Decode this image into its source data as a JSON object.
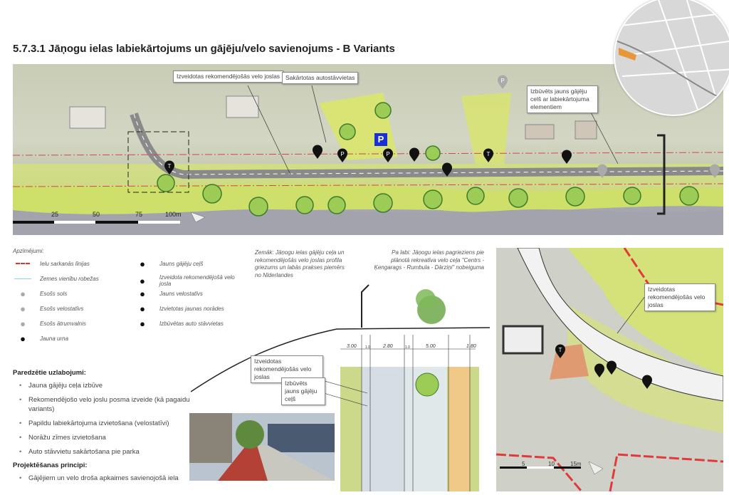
{
  "title": "5.7.3.1 Jāņogu ielas labiekārtojums un gājēju/velo savienojums - B Variants",
  "top_map": {
    "callouts": [
      "Izveidotas rekomendējošās velo joslas",
      "Sakārtotas autostāvvietas",
      "Izbūvēts jauns gājēju celš ar labiekārtojuma elementiem"
    ],
    "parking_sign": "P",
    "scale": [
      "25",
      "50",
      "75",
      "100m"
    ]
  },
  "legend": {
    "heading": "Apzīmējumi:",
    "items": [
      {
        "label": "Ielu sarkanās līnijas",
        "icon": "red-dash-line"
      },
      {
        "label": "Zemes vienību robežas",
        "icon": "cyan-line"
      },
      {
        "label": "Esošs sols",
        "icon": "existing-bench-pin"
      },
      {
        "label": "Esošs velostatīvs",
        "icon": "existing-bike-rack-pin"
      },
      {
        "label": "Esošs ātrumvalnis",
        "icon": "existing-speed-bump-pin"
      },
      {
        "label": "Jauna urna",
        "icon": "bin-pin"
      },
      {
        "label": "Jauns gājēju ceļš",
        "icon": "pedestrian-pin"
      },
      {
        "label": "Izveidota rekomendējošā velo josla",
        "icon": "bike-lane-pin"
      },
      {
        "label": "Jauns velostatīvs",
        "icon": "bike-rack-pin"
      },
      {
        "label": "Izvietotas jaunas norādes",
        "icon": "sign-pin"
      },
      {
        "label": "Izbūvētas auto stāvvietas",
        "icon": "parking-pin"
      }
    ]
  },
  "improvements": {
    "heading": "Paredzētie uzlabojumi:",
    "items": [
      "Jauna gājēju ceļa izbūve",
      "Rekomendējošo velo joslu posma izveide (kā pagaidu variants)",
      "Papildu labiekārtojuma izvietošana (velostatīvi)",
      "Norāžu zīmes izvietošana",
      "Auto stāvvietu sakārtošana pie parka"
    ]
  },
  "principles": {
    "heading": "Projektēšanas principi:",
    "items": [
      "Gājējiem un velo droša apkaimes savienojošā iela"
    ]
  },
  "section": {
    "note": "Zemāk: Jāņogu ielas gājēju ceļa un rekomendējošās velo joslas profila griezums un labās prakses piemērs no Nīderlandes",
    "dims": [
      "3.00",
      "1.0",
      "2.80",
      "1.0",
      "5.00",
      "1.80"
    ],
    "callouts": [
      "Izveidotas rekomendējošās velo joslas",
      "Izbūvēts jauns gājēju ceļš"
    ]
  },
  "right": {
    "note": "Pa labi: Jāņogu ielas pagrieziens pie plānotā rekreatīva velo ceļa \"Centrs - Ķengarags - Rumbula - Dārziņi\" nobeiguma",
    "callout": "Izveidotas rekomendējošās velo joslas",
    "scale": [
      "5",
      "10",
      "15m"
    ]
  }
}
